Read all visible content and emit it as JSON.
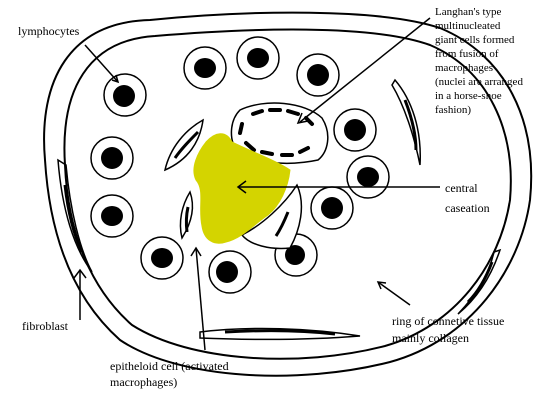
{
  "labels": {
    "lymphocytes": "lymphocytes",
    "giant_cell": [
      "Langhan's type",
      "multinucleated",
      "giant cells formed",
      "from fusion of",
      "macrophages",
      "(nuclei are arranged",
      "in a horse-shoe",
      "fashion)"
    ],
    "central_caseation": [
      "central",
      "caseation"
    ],
    "fibroblast": "fibroblast",
    "epitheloid_cell": [
      "epitheloid cell (activated",
      "macrophages)"
    ],
    "ring": [
      "ring of connetive tissue",
      "mainly collagen"
    ]
  },
  "colors": {
    "caseation": "#d4d400",
    "stroke": "#000000",
    "background": "#ffffff"
  }
}
